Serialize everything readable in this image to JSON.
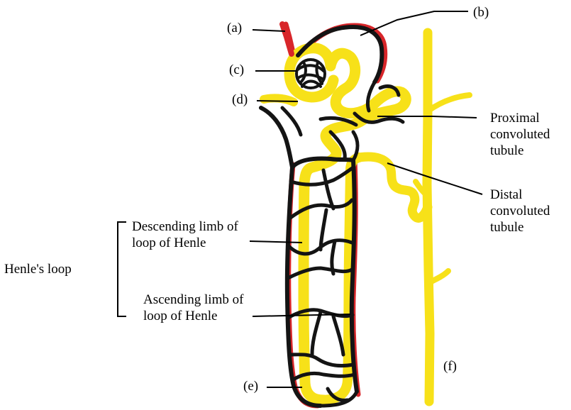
{
  "labels": {
    "a": "(a)",
    "b": "(b)",
    "c": "(c)",
    "d": "(d)",
    "e": "(e)",
    "f": "(f)",
    "proximal": [
      "Proximal",
      "convoluted",
      "tubule"
    ],
    "distal": [
      "Distal",
      "convoluted",
      "tubule"
    ],
    "descending": [
      "Descending limb of",
      "loop of Henle"
    ],
    "ascending": [
      "Ascending limb of",
      "loop of Henle"
    ],
    "henle_loop": "Henle's loop"
  },
  "colors": {
    "tubule": "#f7e119",
    "vessel": "#141414",
    "vessel_edge": "#d8262a",
    "leader": "#000000"
  }
}
